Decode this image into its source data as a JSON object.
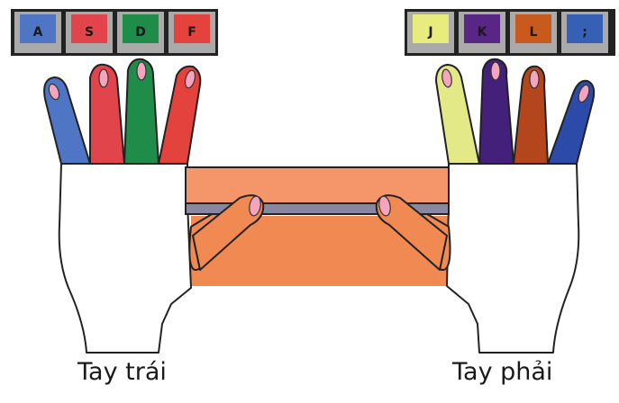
{
  "left_hand": {
    "label": "Tay trái",
    "keys": [
      {
        "letter": "A",
        "color": "#4f76c4"
      },
      {
        "letter": "S",
        "color": "#e2444c"
      },
      {
        "letter": "D",
        "color": "#1f8c4a"
      },
      {
        "letter": "F",
        "color": "#e4423c"
      }
    ],
    "fingers": [
      {
        "name": "pinky",
        "color": "#4f76c4"
      },
      {
        "name": "ring",
        "color": "#e2444c"
      },
      {
        "name": "middle",
        "color": "#1f8c4a"
      },
      {
        "name": "index",
        "color": "#e4423c"
      }
    ]
  },
  "right_hand": {
    "label": "Tay phải",
    "keys": [
      {
        "letter": "J",
        "color": "#e7ec7c"
      },
      {
        "letter": "K",
        "color": "#5a2686"
      },
      {
        "letter": "L",
        "color": "#c85a1e"
      },
      {
        "letter": ";",
        "color": "#3560b6"
      }
    ],
    "fingers": [
      {
        "name": "index",
        "color": "#e3e986"
      },
      {
        "name": "middle",
        "color": "#43207a"
      },
      {
        "name": "ring",
        "color": "#b4461e"
      },
      {
        "name": "pinky",
        "color": "#2c4aa8"
      }
    ]
  },
  "colors": {
    "thumb_area": "#f08a52",
    "space_bar": "#f4956a",
    "space_bar_shadow": "#8a88a0",
    "nail": "#f4a4bc",
    "key_frame": "#222222"
  }
}
